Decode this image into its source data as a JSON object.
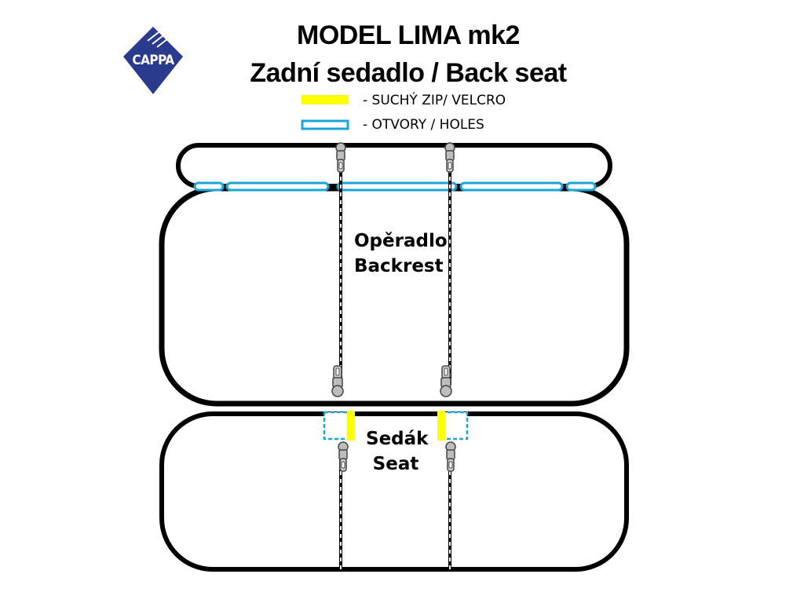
{
  "header": {
    "title_line1": "MODEL LIMA mk2",
    "title_line2": "Zadní sedadlo / Back seat"
  },
  "logo": {
    "text": "CAPPA",
    "color": "#2a3a8c"
  },
  "legend": {
    "velcro_label": "- SUCHÝ ZIP/ VELCRO",
    "holes_label": "- OTVORY / HOLES"
  },
  "parts": {
    "backrest_cz": "Opěradlo",
    "backrest_en": "Backrest",
    "seat_cz": "Sedák",
    "seat_en": "Seat"
  },
  "colors": {
    "velcro": "#ffff00",
    "holes": "#1aa6d9",
    "outline": "#000000",
    "zipper": "#9a9a9a"
  }
}
